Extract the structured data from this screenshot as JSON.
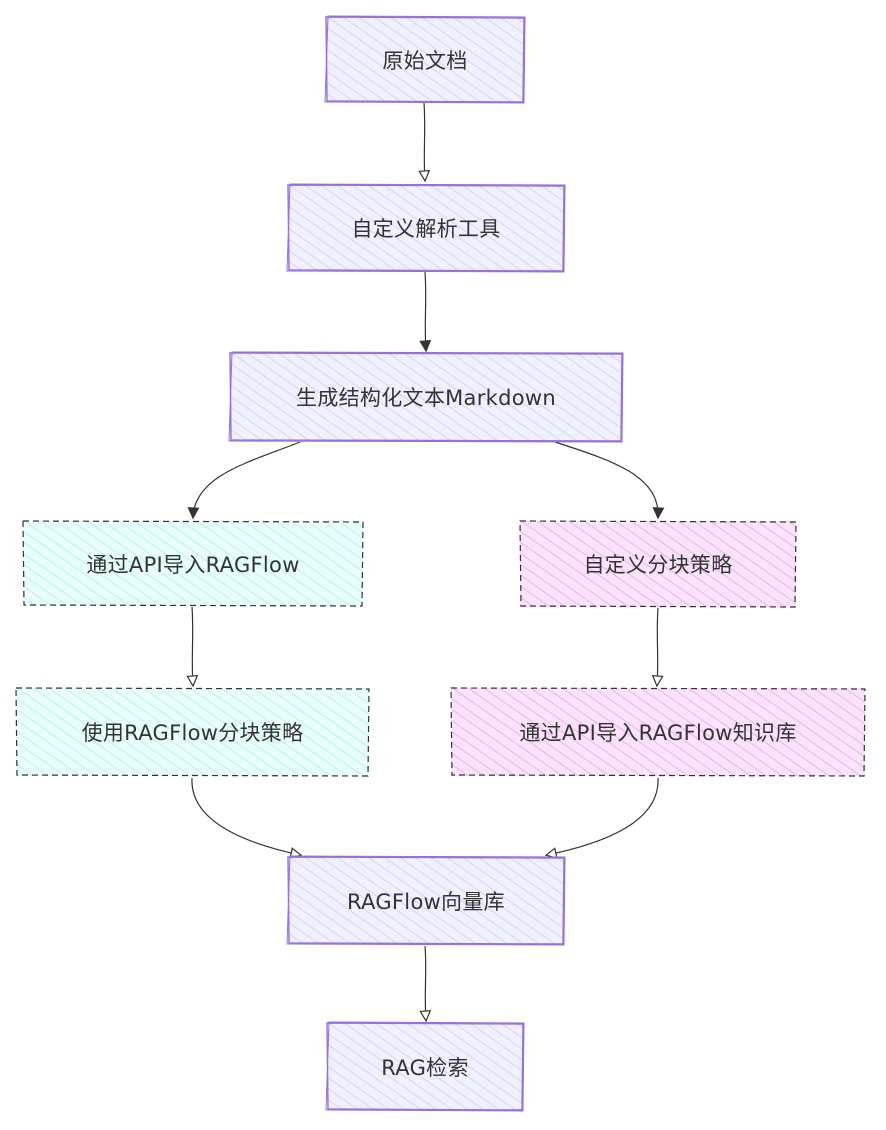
{
  "colors": {
    "primary_fill": "#ecebff",
    "primary_stroke": "#9370db",
    "left_fill": "#d6fbf6",
    "right_fill": "#f6ccf7",
    "branch_stroke": "#333333",
    "edge": "#333333"
  },
  "nodes": {
    "original_docs": "原始文档",
    "custom_parser": "自定义解析工具",
    "structured_markdown": "生成结构化文本Markdown",
    "import_via_api": "通过API导入RAGFlow",
    "custom_chunking": "自定义分块策略",
    "ragflow_chunking": "使用RAGFlow分块策略",
    "import_kb_via_api": "通过API导入RAGFlow知识库",
    "ragflow_vector_store": "RAGFlow向量库",
    "rag_retrieval": "RAG检索"
  }
}
